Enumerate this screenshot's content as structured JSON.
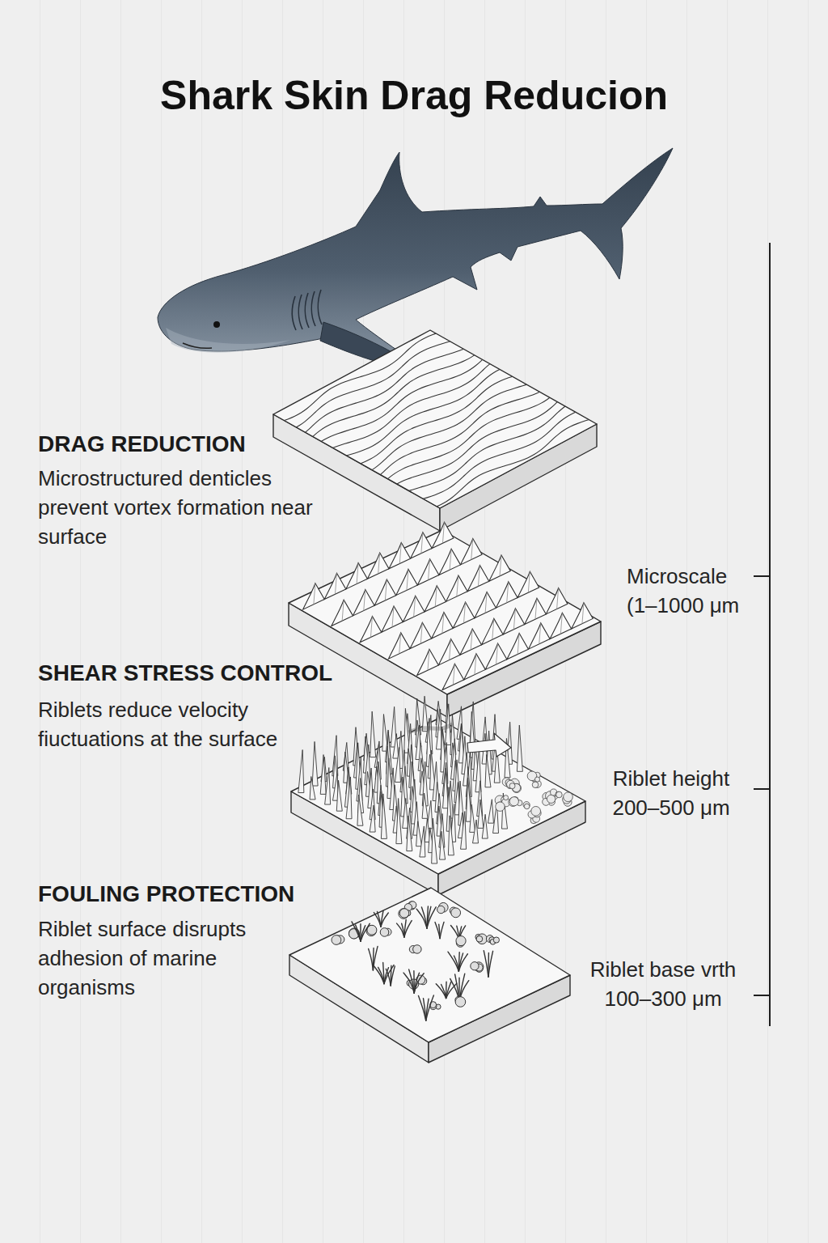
{
  "diagram": {
    "title": "Shark Skin Drag Reducion",
    "labels": [
      "DRAG REDUCTION",
      "Microstructured denticles prevent vortex formation near surface",
      "SHEAR STRESS CONTROL",
      "Riblets reduce velocity fiuctuations at the surface",
      "FOULING PROTECTION",
      "Riblet surface disrupts adhesion of marine organisms",
      "Microscale (1–1000 μm",
      "Riblet height 200–500 μm",
      "Riblet base vrth 100–300 μm"
    ]
  }
}
